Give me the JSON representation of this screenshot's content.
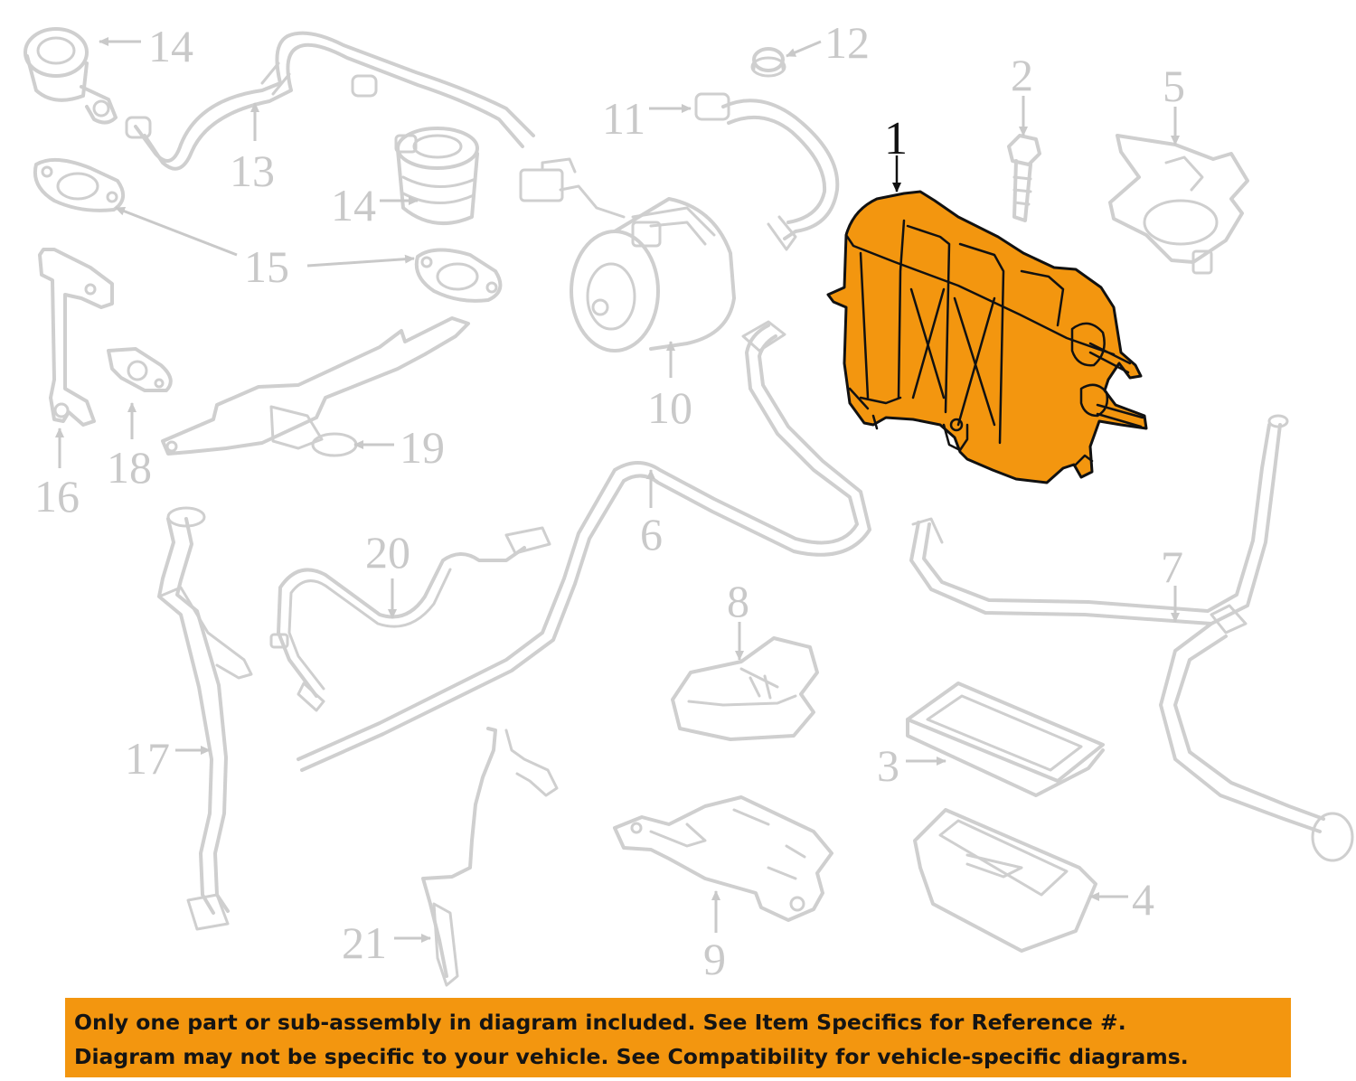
{
  "diagram": {
    "highlighted_part": "1",
    "callouts": [
      "1",
      "2",
      "3",
      "4",
      "5",
      "6",
      "7",
      "8",
      "9",
      "10",
      "11",
      "12",
      "13",
      "14",
      "14",
      "15",
      "16",
      "17",
      "18",
      "19",
      "20",
      "21"
    ],
    "colors": {
      "highlight": "#f3960f",
      "ghost_parts": "#cfcfcf",
      "ghost_labels": "#c9c9c9",
      "outline": "#111111"
    }
  },
  "notice": {
    "line1": "Only one part or sub-assembly in diagram included. See Item Specifics for Reference #.",
    "line2": "Diagram may not be specific to your vehicle. See Compatibility for vehicle-specific diagrams."
  }
}
